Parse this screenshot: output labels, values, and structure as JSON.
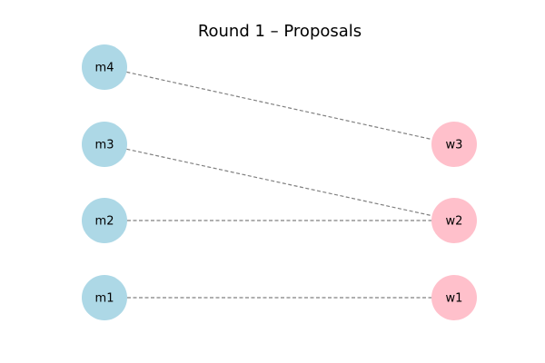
{
  "diagram": {
    "title": "Round 1 – Proposals",
    "colors": {
      "men_fill": "#add8e6",
      "women_fill": "#ffc0cb",
      "edge_stroke": "#808080"
    },
    "men": [
      "m1",
      "m2",
      "m3",
      "m4"
    ],
    "women": [
      "w1",
      "w2",
      "w3"
    ],
    "proposals": [
      {
        "from": "m1",
        "to": "w1"
      },
      {
        "from": "m2",
        "to": "w2"
      },
      {
        "from": "m3",
        "to": "w2"
      },
      {
        "from": "m4",
        "to": "w3"
      }
    ]
  }
}
